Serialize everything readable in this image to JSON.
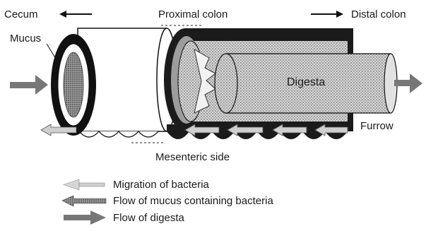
{
  "labels": {
    "cecum": "Cecum",
    "proximal_colon": "Proximal colon",
    "distal_colon": "Distal colon",
    "mucus": "Mucus",
    "digesta": "Digesta",
    "furrow": "Furrow",
    "mesenteric_side": "Mesenteric side"
  },
  "legend": [
    {
      "key": "migration",
      "label": "Migration of bacteria"
    },
    {
      "key": "mucus_flow",
      "label": "Flow of mucus containing bacteria"
    },
    {
      "key": "digesta_flow",
      "label": "Flow of digesta"
    }
  ]
}
